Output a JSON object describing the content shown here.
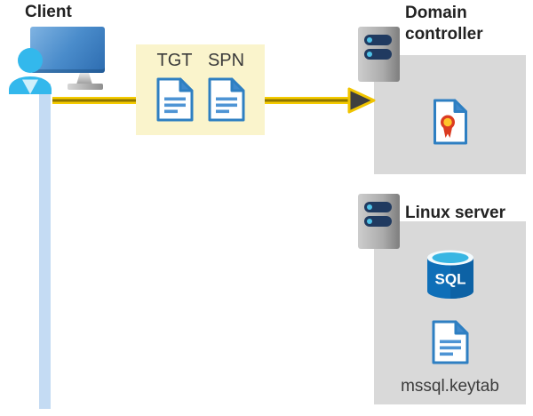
{
  "diagram": {
    "client": {
      "label": "Client",
      "icon": "user-at-monitor-icon",
      "connection_line_color": "#C4DBF3"
    },
    "tickets": {
      "box_color": "#FAF4CC",
      "items": [
        {
          "label": "TGT",
          "icon": "document-icon"
        },
        {
          "label": "SPN",
          "icon": "document-icon"
        }
      ]
    },
    "arrow": {
      "direction": "right",
      "shaft_color": "#F5CB00",
      "stripe_color": "#8E7500",
      "head_color": "#3F3F3F"
    },
    "domain_controller": {
      "label": "Domain controller",
      "icon": "server-tower-icon",
      "panel_color": "#D9D9D9",
      "content_icon": "certificate-icon"
    },
    "linux_server": {
      "label": "Linux server",
      "icon": "server-tower-icon",
      "panel_color": "#D9D9D9",
      "database_label": "SQL",
      "database_icon": "sql-database-icon",
      "keytab_label": "mssql.keytab",
      "keytab_icon": "document-icon"
    },
    "colors": {
      "heading_text": "#222222",
      "ticket_label_text": "#3A3A3A",
      "keytab_text": "#3C3C3C",
      "doc_blue": "#2E7FC2",
      "doc_line_blue": "#4E94D4",
      "server_slot_navy": "#203A60",
      "server_dot_cyan": "#4FC3E8",
      "monitor_blue": "#4A8CCB",
      "person_cyan": "#33B8EC",
      "sql_body_blue": "#0F6FB8",
      "sql_top_cyan": "#38B6E3",
      "certificate_red": "#DB3B21",
      "certificate_yellow": "#FFC42A"
    }
  }
}
